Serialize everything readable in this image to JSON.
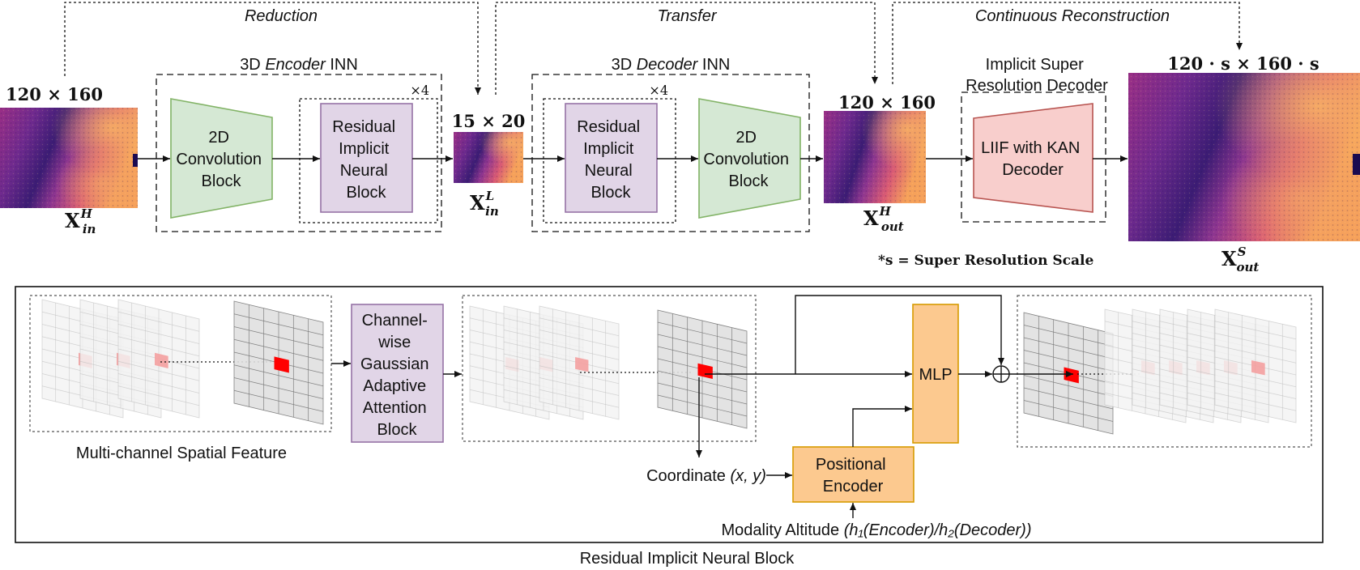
{
  "top": {
    "reduction": "Reduction",
    "transfer": "Transfer",
    "continuous": "Continuous Reconstruction",
    "encoder_group_a": "3D ",
    "encoder_group_b": "Encoder",
    "encoder_group_c": " INN",
    "decoder_group_a": "3D ",
    "decoder_group_b": "Decoder",
    "decoder_group_c": " INN",
    "repeat_enc": "×4",
    "repeat_dec": "×4",
    "dim_in": "120 × 160",
    "dim_low": "15 × 20",
    "dim_out": "120 × 160",
    "dim_sr": "120 · s × 160 · s",
    "x_in_h": "X",
    "x_in_h_sup": "H",
    "x_in_h_sub": "in",
    "x_in_l": "X",
    "x_in_l_sup": "L",
    "x_in_l_sub": "in",
    "x_out_h": "X",
    "x_out_h_sup": "H",
    "x_out_h_sub": "out",
    "x_out_s": "X",
    "x_out_s_sup": "S",
    "x_out_s_sub": "out",
    "conv_block_line1": "2D",
    "conv_block_line2": "Convolution",
    "conv_block_line3": "Block",
    "rinb_line1": "Residual",
    "rinb_line2": "Implicit",
    "rinb_line3": "Neural",
    "rinb_line4": "Block",
    "isr_line1": "Implicit Super",
    "isr_line2": "Resolution Decoder",
    "liif_line1": "LIIF with KAN",
    "liif_line2": "Decoder",
    "scale_note": "*s = Super Resolution Scale"
  },
  "bottom": {
    "title": "Residual Implicit Neural Block",
    "mcsf": "Multi-channel Spatial Feature",
    "cgaab_line1": "Channel-",
    "cgaab_line2": "wise",
    "cgaab_line3": "Gaussian",
    "cgaab_line4": "Adaptive",
    "cgaab_line5": "Attention",
    "cgaab_line6": "Block",
    "mlp": "MLP",
    "pe_line1": "Positional",
    "pe_line2": "Encoder",
    "coord_a": "Coordinate ",
    "coord_b": "(x, y)",
    "alt_a": "Modality Altitude ",
    "alt_b": "(h₁(Encoder)/h₂(Decoder))"
  },
  "colors": {
    "conv_fill": "#d5e8d4",
    "conv_stroke": "#82b366",
    "rinb_fill": "#e1d5e7",
    "rinb_stroke": "#9673a6",
    "liif_fill": "#f8cecc",
    "liif_stroke": "#b85450",
    "orange_fill": "#fcc98f",
    "orange_stroke": "#d79b00",
    "heat_dark": "#3a1a6e",
    "heat_mid": "#b0307a",
    "heat_light": "#f59a5a"
  }
}
